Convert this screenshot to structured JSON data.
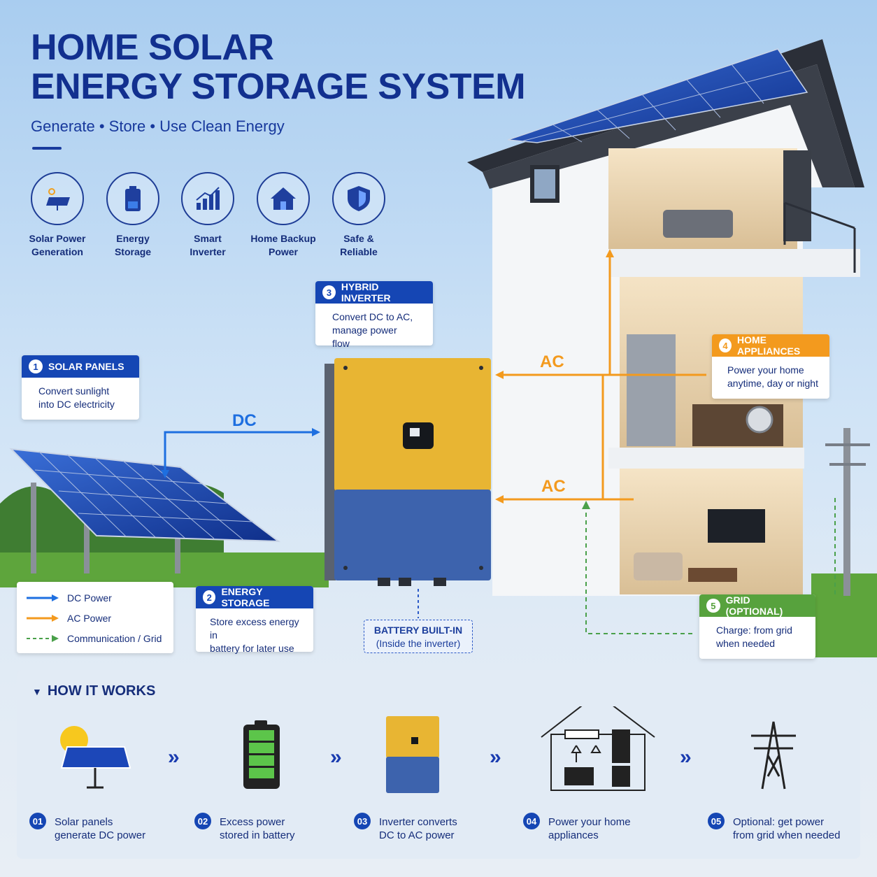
{
  "title_line1": "HOME SOLAR",
  "title_line2": "ENERGY STORAGE SYSTEM",
  "subtitle": "Generate • Store • Use Clean Energy",
  "features": [
    {
      "l1": "Solar Power",
      "l2": "Generation",
      "icon": "solar-panel-icon"
    },
    {
      "l1": "Energy",
      "l2": "Storage",
      "icon": "battery-icon"
    },
    {
      "l1": "Smart",
      "l2": "Inverter",
      "icon": "growth-chart-icon"
    },
    {
      "l1": "Home Backup",
      "l2": "Power",
      "icon": "house-icon"
    },
    {
      "l1": "Safe &",
      "l2": "Reliable",
      "icon": "shield-icon"
    }
  ],
  "cards": {
    "solar": {
      "num": "1",
      "title": "SOLAR PANELS",
      "l1": "Convert sunlight",
      "l2": "into DC electricity"
    },
    "storage": {
      "num": "2",
      "title": "ENERGY STORAGE",
      "l1": "Store excess energy in",
      "l2": "battery for later use"
    },
    "inverter": {
      "num": "3",
      "title": "HYBRID INVERTER",
      "l1": "Convert DC to AC,",
      "l2": "manage power flow"
    },
    "appliances": {
      "num": "4",
      "title": "HOME APPLIANCES",
      "l1": "Power your home",
      "l2": "anytime, day or night"
    },
    "grid": {
      "num": "5",
      "title": "GRID (OPTIONAL)",
      "l1": "Charge: from grid",
      "l2": "when needed"
    }
  },
  "flow": {
    "dc": "DC",
    "ac_top": "AC",
    "ac_bottom": "AC"
  },
  "legend": {
    "dc": "DC Power",
    "ac": "AC Power",
    "comm": "Communication / Grid"
  },
  "battery_note": {
    "l1": "BATTERY BUILT-IN",
    "l2": "(Inside the inverter)"
  },
  "how": {
    "title": "HOW IT WORKS",
    "steps": [
      {
        "num": "01",
        "l1": "Solar panels",
        "l2": "generate DC power"
      },
      {
        "num": "02",
        "l1": "Excess power",
        "l2": "stored in battery"
      },
      {
        "num": "03",
        "l1": "Inverter converts",
        "l2": "DC to AC power"
      },
      {
        "num": "04",
        "l1": "Power your home",
        "l2": "appliances"
      },
      {
        "num": "05",
        "l1": "Optional: get power",
        "l2": "from grid when needed"
      }
    ],
    "chevron": "»"
  },
  "colors": {
    "navy": "#12308f",
    "blue": "#1546b4",
    "orange": "#f39a1e",
    "green": "#57a23d",
    "inverter_yellow": "#e8b533",
    "inverter_blue": "#3d63ad"
  }
}
